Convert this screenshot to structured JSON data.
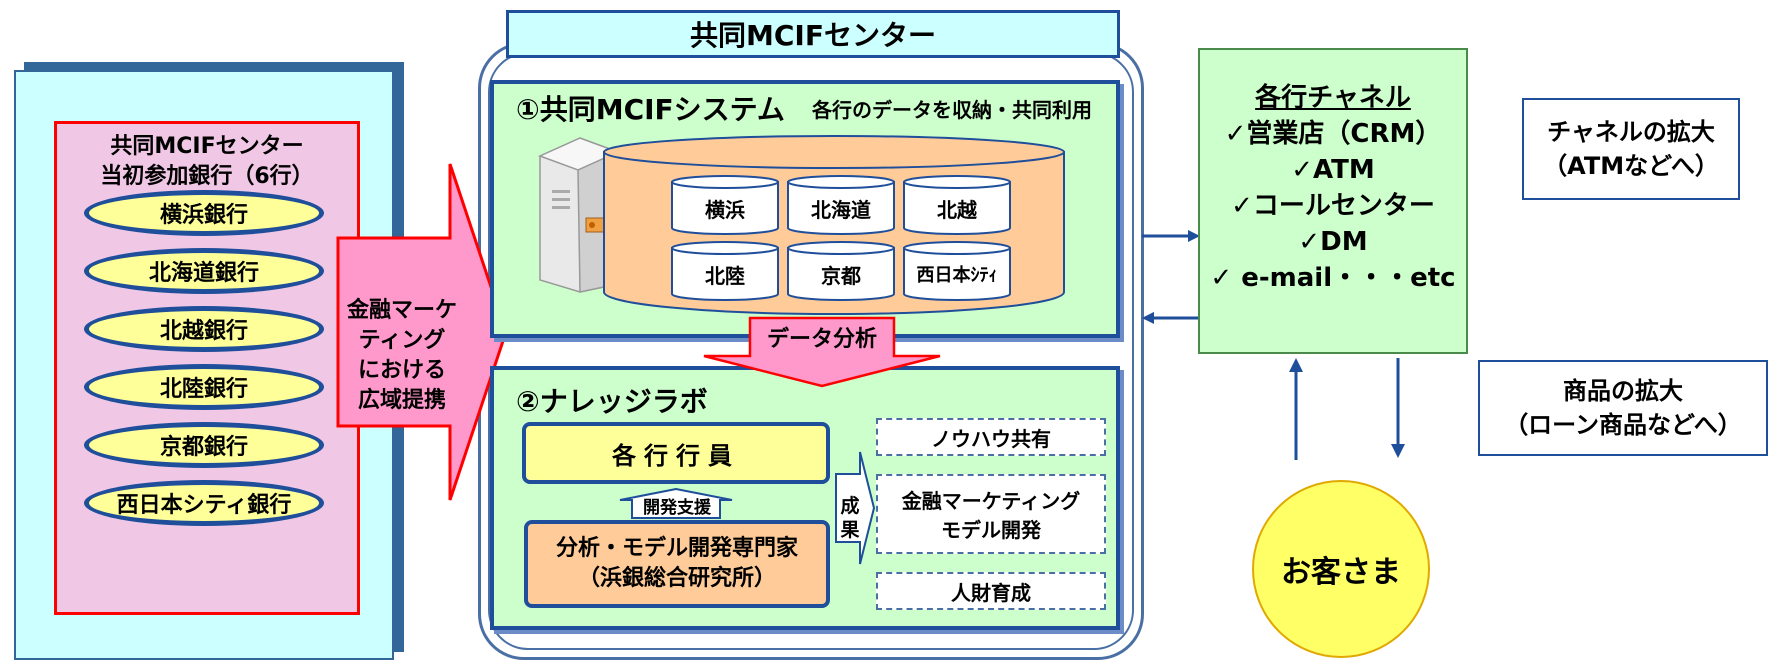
{
  "left": {
    "title_line1": "共同MCIFセンター",
    "title_line2": "当初参加銀行（6行）",
    "banks": [
      "横浜銀行",
      "北海道銀行",
      "北越銀行",
      "北陸銀行",
      "京都銀行",
      "西日本シティ銀行"
    ]
  },
  "arrow_label": [
    "金融マーケ",
    "ティング",
    "における",
    "広域提携"
  ],
  "center": {
    "title": "共同MCIFセンター",
    "system_title": "①共同MCIFシステム",
    "system_subtitle": "各行のデータを収納・共同利用",
    "db_labels": [
      "横浜",
      "北海道",
      "北越",
      "北陸",
      "京都",
      "西日本ｼﾃｨ"
    ],
    "analysis_arrow": "データ分析",
    "knowledge_title": "②ナレッジラボ",
    "staff": "各行行員",
    "support": "開発支援",
    "expert_line1": "分析・モデル開発専門家",
    "expert_line2": "（浜銀総合研究所）",
    "result_label": [
      "成",
      "果"
    ],
    "results": [
      "ノウハウ共有",
      "金融マーケティング",
      "モデル開発",
      "人財育成"
    ]
  },
  "right": {
    "channel_title": "各行チャネル",
    "channels": [
      "✓営業店（CRM）",
      "✓ATM",
      "✓コールセンター",
      "✓DM",
      "✓ e-mail・・・etc"
    ],
    "expand_channel_line1": "チャネルの拡大",
    "expand_channel_line2": "（ATMなどへ）",
    "expand_product_line1": "商品の拡大",
    "expand_product_line2": "（ローン商品などへ）",
    "customer": "お客さま"
  },
  "colors": {
    "navy": "#1f4e9a",
    "light_cyan": "#ccffff",
    "light_green": "#ccffcc",
    "pink": "#f0c8e6",
    "arrow_pink": "#ff99cc",
    "red": "#ff0000",
    "yellow": "#ffff99",
    "orange": "#ffcc99",
    "db_orange": "#ffcc99"
  }
}
